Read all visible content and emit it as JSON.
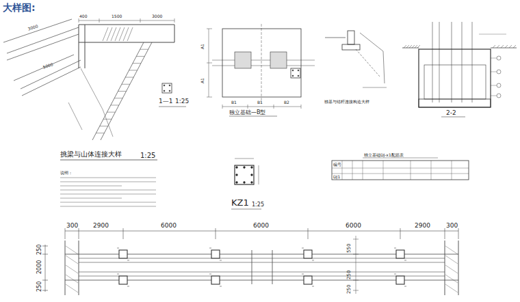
{
  "diagram": {
    "title": "大样图:",
    "labels": [
      "1—1",
      "1:25",
      "挑梁与山体连接大样",
      "1:25",
      "说明：",
      "400",
      "1500",
      "3000",
      "3000",
      "5000",
      "独立基础—B型",
      "B1",
      "B1",
      "B2",
      "A1",
      "A1",
      "独基与锚杆连接构造大样",
      "2-2",
      "KZ1",
      "1:25",
      "独立基础DJ-x1配筋表",
      "编号",
      "DJ1",
      "300",
      "2900",
      "6000",
      "6000",
      "6000",
      "2900",
      "300",
      "250",
      "2000",
      "250",
      "550",
      "250",
      "250"
    ]
  }
}
